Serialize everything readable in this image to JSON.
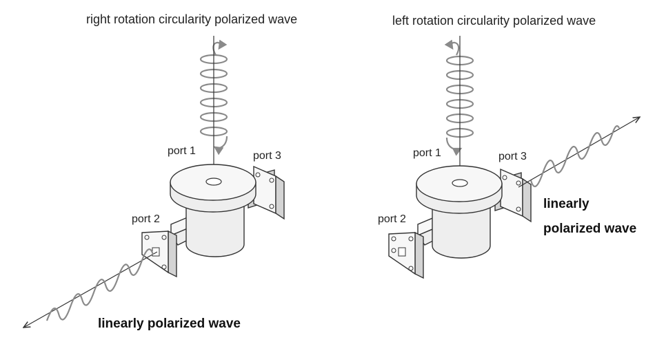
{
  "left_panel": {
    "title": "right rotation circularity polarized wave",
    "port1": "port 1",
    "port2": "port 2",
    "port3": "port 3",
    "output_wave": "linearly polarized wave"
  },
  "right_panel": {
    "title": "left rotation circularity polarized wave",
    "port1": "port 1",
    "port2": "port 2",
    "port3": "port 3",
    "output_wave_line1": "linearly",
    "output_wave_line2": "polarized wave"
  }
}
